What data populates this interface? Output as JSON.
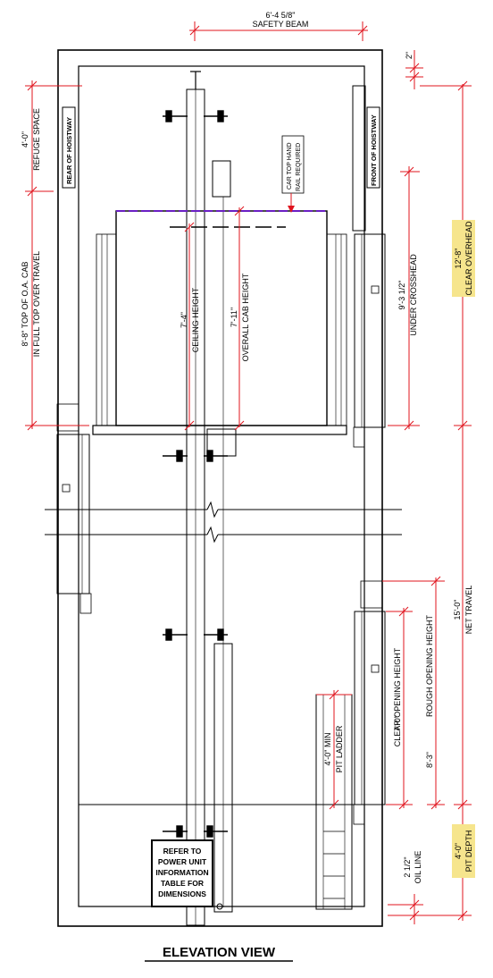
{
  "drawing": {
    "title": "ELEVATION VIEW",
    "labels": {
      "rear_of_hoistway": "REAR OF HOISTWAY",
      "front_of_hoistway": "FRONT OF HOISTWAY",
      "car_top_hand_rail_1": "CAR TOP HAND",
      "car_top_hand_rail_2": "RAIL REQUIRED",
      "refer_1": "REFER TO",
      "refer_2": "POWER UNIT",
      "refer_3": "INFORMATION",
      "refer_4": "TABLE FOR",
      "refer_5": "DIMENSIONS"
    },
    "dimensions": {
      "safety_beam_value": "6'-4 5/8\"",
      "safety_beam_label": "SAFETY BEAM",
      "top_gap": "2\"",
      "refuge_value": "4'-0\"",
      "refuge_label": "REFUGE SPACE",
      "top_cab_value": "8'-8\" TOP OF O.A. CAB",
      "top_cab_label": "IN FULL TOP OVER TRAVEL",
      "ceiling_value": "7'-4\"",
      "ceiling_label": "CEILING HEIGHT",
      "overall_cab_value": "7'-11\"",
      "overall_cab_label": "OVERALL CAB HEIGHT",
      "under_crosshead_value": "9'-3 1/2\"",
      "under_crosshead_label": "UNDER CROSSHEAD",
      "clear_overhead_value": "12'-8\"",
      "clear_overhead_label": "CLEAR OVERHEAD",
      "net_travel_value": "15'-0\"",
      "net_travel_label": "NET TRAVEL",
      "clear_opening_value": "7'-0\"",
      "clear_opening_label": "CLEAR OPENING HEIGHT",
      "rough_opening_value": "8'-3\"",
      "rough_opening_label": "ROUGH OPENING HEIGHT",
      "pit_ladder_value": "4'-0\" MIN",
      "pit_ladder_label": "PIT LADDER",
      "oil_line_value": "2 1/2\"",
      "oil_line_label": "OIL LINE",
      "pit_depth_value": "4'-0\"",
      "pit_depth_label": "PIT DEPTH"
    }
  }
}
